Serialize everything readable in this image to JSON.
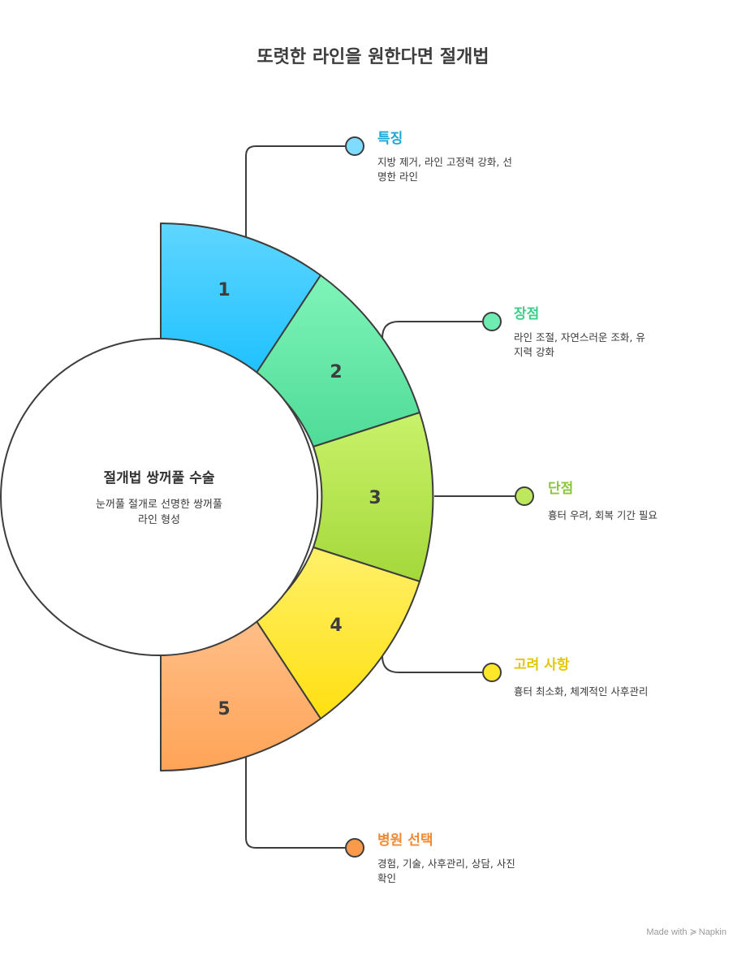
{
  "title": "또렷한 라인을 원한다면 절개법",
  "center": {
    "title": "절개법 쌍꺼풀 수술",
    "desc_line1": "눈꺼풀 절개로 선명한 쌍꺼풀",
    "desc_line2": "라인 형성"
  },
  "segments": [
    {
      "number": "1",
      "color_top": "#5fd6ff",
      "color_bottom": "#1ec1ff"
    },
    {
      "number": "2",
      "color_top": "#7ff5b8",
      "color_bottom": "#4fdb97"
    },
    {
      "number": "3",
      "color_top": "#c8f26a",
      "color_bottom": "#a4d83a"
    },
    {
      "number": "4",
      "color_top": "#fff06a",
      "color_bottom": "#ffe010"
    },
    {
      "number": "5",
      "color_top": "#ffbe88",
      "color_bottom": "#ffa457"
    }
  ],
  "items": [
    {
      "title": "특징",
      "desc_line1": "지방 제거, 라인 고정력 강화, 선",
      "desc_line2": "명한 라인",
      "color": "#1aa7d6",
      "dot": "#7ddcff"
    },
    {
      "title": "장점",
      "desc_line1": "라인 조절, 자연스러운 조화, 유",
      "desc_line2": "지력 강화",
      "color": "#3dcf8a",
      "dot": "#6eecb1"
    },
    {
      "title": "단점",
      "desc_line1": "흉터 우려, 회복 기간 필요",
      "desc_line2": "",
      "color": "#8cc63a",
      "dot": "#bde85e"
    },
    {
      "title": "고려 사항",
      "desc_line1": "흉터 최소화, 체계적인 사후관리",
      "desc_line2": "",
      "color": "#e2c800",
      "dot": "#ffe829"
    },
    {
      "title": "병원 선택",
      "desc_line1": "경험, 기술, 사후관리, 상담, 사진",
      "desc_line2": "확인",
      "color": "#f08a35",
      "dot": "#fb9a4a"
    }
  ],
  "footer": {
    "made_with": "Made with",
    "brand": "Napkin"
  }
}
